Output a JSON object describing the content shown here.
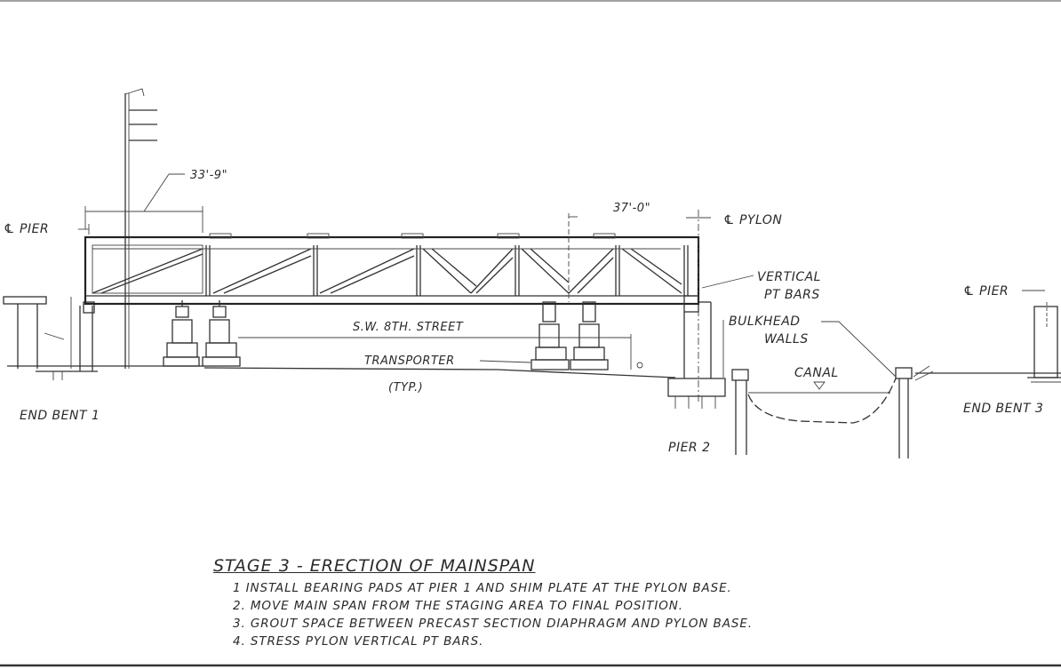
{
  "drawing": {
    "labels": {
      "dim_left": "33'-9\"",
      "dim_right": "37'-0\"",
      "cl_pier_left": "℄ PIER",
      "cl_pylon": "℄ PYLON",
      "vertical_pt_bars_1": "VERTICAL",
      "vertical_pt_bars_2": "PT BARS",
      "bulkhead_walls_1": "BULKHEAD",
      "bulkhead_walls_2": "WALLS",
      "cl_pier_right": "℄ PIER",
      "street": "S.W. 8TH. STREET",
      "transporter": "TRANSPORTER",
      "transporter_typ": "(TYP.)",
      "canal": "CANAL",
      "end_bent_1": "END BENT 1",
      "end_bent_3": "END BENT 3",
      "pier_2": "PIER 2"
    }
  },
  "notes": {
    "title": "STAGE 3 - ERECTION OF MAINSPAN",
    "items": [
      "1  INSTALL BEARING PADS AT PIER 1 AND SHIM PLATE AT THE PYLON BASE.",
      "2. MOVE MAIN SPAN FROM THE STAGING AREA TO FINAL POSITION.",
      "3. GROUT SPACE BETWEEN PRECAST SECTION DIAPHRAGM AND PYLON BASE.",
      "4. STRESS PYLON VERTICAL PT BARS."
    ]
  }
}
